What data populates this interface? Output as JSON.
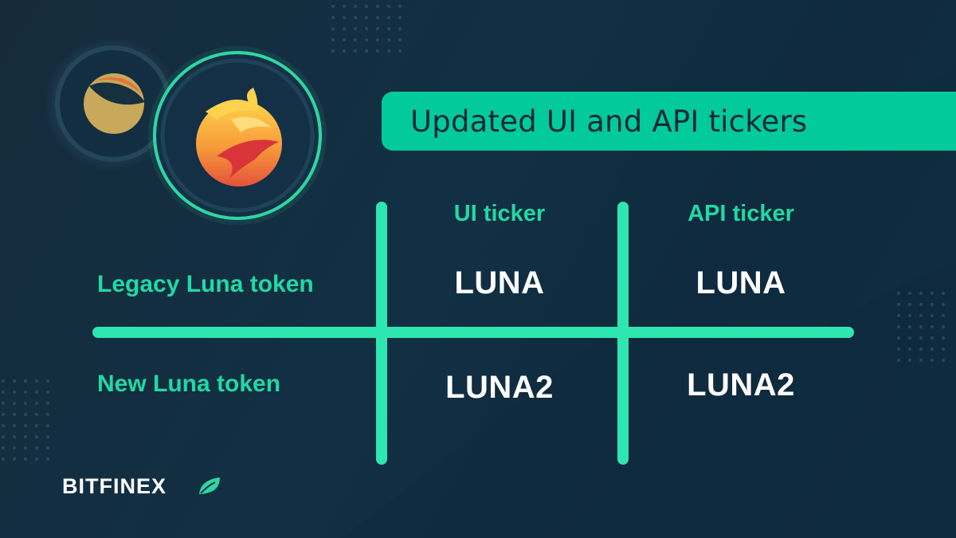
{
  "banner": {
    "title": "Updated UI and API tickers"
  },
  "table": {
    "headers": [
      "UI ticker",
      "API ticker"
    ],
    "rows": [
      {
        "label": "Legacy Luna token",
        "ui": "LUNA",
        "api": "LUNA"
      },
      {
        "label": "New Luna token",
        "ui": "LUNA2",
        "api": "LUNA2"
      }
    ]
  },
  "brand": {
    "name": "BITFINEX"
  },
  "icons": {
    "legacy_coin": "luna-classic-coin-icon",
    "new_coin": "luna-new-coin-icon",
    "brand_leaf": "bitfinex-leaf-icon"
  },
  "colors": {
    "accent": "#03ca9b",
    "grid_line": "#2ee6b0",
    "label_text": "#21d9a4",
    "value_text": "#ffffff",
    "background": "#132e41"
  }
}
